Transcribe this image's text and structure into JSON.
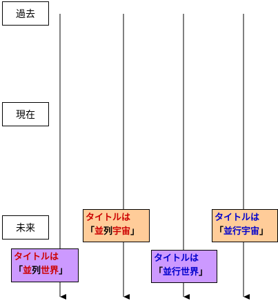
{
  "time_labels": {
    "past": "過去",
    "present": "現在",
    "future": "未来"
  },
  "boxes": [
    {
      "id": "parallel-universe",
      "bg": "#ffcc99",
      "line1": [
        {
          "text": "タイトルは",
          "color": "#cc0000"
        }
      ],
      "line2": [
        {
          "text": "「",
          "color": "#000000"
        },
        {
          "text": "並",
          "color": "#cc0000"
        },
        {
          "text": "列",
          "color": "#000000"
        },
        {
          "text": "宇宙",
          "color": "#cc0000"
        },
        {
          "text": "」",
          "color": "#000000"
        }
      ]
    },
    {
      "id": "parallel-travel-universe",
      "bg": "#ffcc99",
      "line1": [
        {
          "text": "タイトルは",
          "color": "#0000cc"
        }
      ],
      "line2": [
        {
          "text": "「",
          "color": "#000000"
        },
        {
          "text": "並行宇宙",
          "color": "#0000cc"
        },
        {
          "text": "」",
          "color": "#000000"
        }
      ]
    },
    {
      "id": "parallel-world",
      "bg": "#cc99ff",
      "line1": [
        {
          "text": "タイトルは",
          "color": "#cc0000"
        }
      ],
      "line2": [
        {
          "text": "「",
          "color": "#000000"
        },
        {
          "text": "並",
          "color": "#cc0000"
        },
        {
          "text": "列",
          "color": "#000000"
        },
        {
          "text": "世界",
          "color": "#cc0000"
        },
        {
          "text": "」",
          "color": "#000000"
        }
      ]
    },
    {
      "id": "parallel-travel-world",
      "bg": "#cc99ff",
      "line1": [
        {
          "text": "タイトルは",
          "color": "#0000cc"
        }
      ],
      "line2": [
        {
          "text": "「",
          "color": "#000000"
        },
        {
          "text": "並行世界",
          "color": "#0000cc"
        },
        {
          "text": "」",
          "color": "#000000"
        }
      ]
    }
  ],
  "colors": {
    "line": "#000000",
    "box_border": "#000000"
  }
}
